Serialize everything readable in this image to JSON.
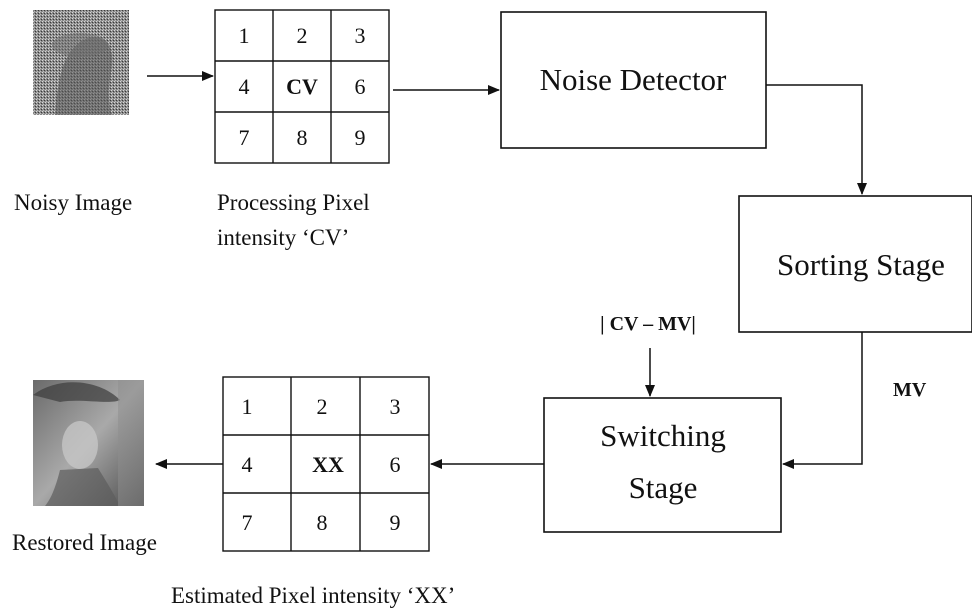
{
  "noisy_image": {
    "caption": "Noisy Image"
  },
  "processing_grid": {
    "cells": [
      "1",
      "2",
      "3",
      "4",
      "CV",
      "6",
      "7",
      "8",
      "9"
    ],
    "caption_line1": "Processing Pixel",
    "caption_line2": "intensity ‘CV’"
  },
  "noise_detector": {
    "label": "Noise Detector"
  },
  "sorting_stage": {
    "label": "Sorting Stage"
  },
  "mv_label": "MV",
  "diff_label": "| CV – MV|",
  "switching_stage": {
    "label_line1": "Switching",
    "label_line2": "Stage"
  },
  "estimated_grid": {
    "cells": [
      "1",
      "2",
      "3",
      "4",
      "XX",
      "6",
      "7",
      "8",
      "9"
    ],
    "caption": "Estimated Pixel intensity ‘XX’"
  },
  "restored_image": {
    "caption": "Restored Image"
  },
  "colors": {
    "line": "#111111",
    "background": "#ffffff"
  }
}
